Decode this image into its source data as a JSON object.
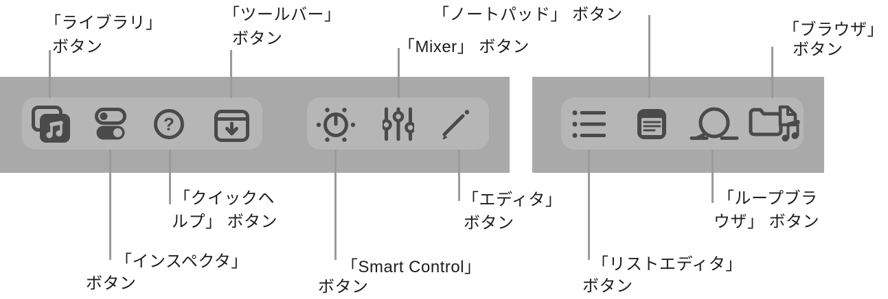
{
  "colors": {
    "background": "#ffffff",
    "toolbar_strip": "#a9a9a9",
    "button_group": "#b6b6b6",
    "icon": "#4a4a4a",
    "callout_line": "#9a9a9a",
    "label_text": "#1d1d1f"
  },
  "buttons": {
    "library": {
      "title": "ライブラリ"
    },
    "inspector": {
      "title": "インスペクタ"
    },
    "quick_help": {
      "title": "クイックヘルプ"
    },
    "toolbar": {
      "title": "ツールバー"
    },
    "smart_control": {
      "title": "Smart Control"
    },
    "mixer": {
      "title": "Mixer"
    },
    "editor": {
      "title": "エディタ"
    },
    "list_editor": {
      "title": "リストエディタ"
    },
    "notepad": {
      "title": "ノートパッド"
    },
    "loop_browser": {
      "title": "ループブラウザ"
    },
    "browser": {
      "title": "ブラウザ"
    }
  },
  "labels": {
    "library": {
      "lines": [
        "「ライブラリ」",
        "ボタン"
      ]
    },
    "toolbar": {
      "lines": [
        "「ツールバー」",
        "ボタン"
      ]
    },
    "notepad": {
      "lines": [
        "「ノートパッド」 ボタン"
      ]
    },
    "mixer": {
      "lines": [
        "「Mixer」 ボタン"
      ]
    },
    "browser": {
      "lines": [
        "「ブラウザ」",
        "ボタン"
      ]
    },
    "inspector": {
      "lines": [
        "「インスペクタ」",
        "ボタン"
      ]
    },
    "quick_help": {
      "lines": [
        "「クイックヘ",
        "ルプ」 ボタン"
      ]
    },
    "smart_control": {
      "lines": [
        "「Smart Control」",
        "ボタン"
      ]
    },
    "editor": {
      "lines": [
        "「エディタ」",
        "ボタン"
      ]
    },
    "list_editor": {
      "lines": [
        "「リストエディタ」",
        "ボタン"
      ]
    },
    "loop_browser": {
      "lines": [
        "「ループブラ",
        "ウザ」 ボタン"
      ]
    }
  }
}
